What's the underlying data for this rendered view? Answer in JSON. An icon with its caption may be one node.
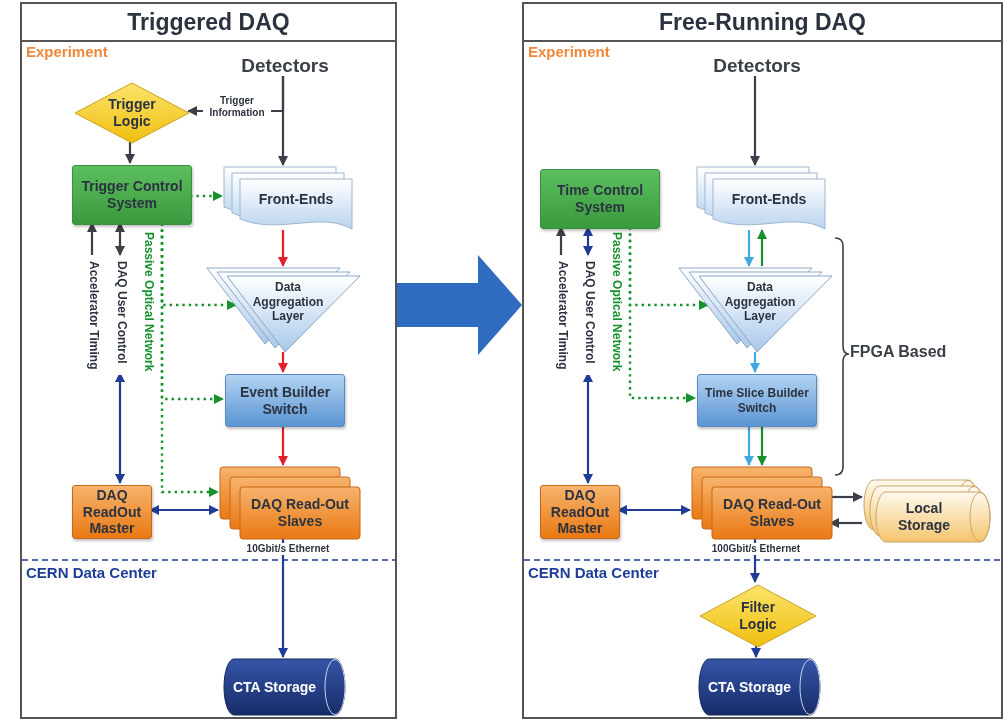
{
  "diagram": {
    "nodes": [
      {
        "text": [
          "Triggered DAQ"
        ]
      },
      {
        "text": [
          "Detectors"
        ],
        "in": 0
      },
      {
        "text": [
          "Trigger Logic"
        ],
        "in": 0
      },
      {
        "text": [
          "Trigger Control System"
        ],
        "in": 0
      },
      {
        "text": [
          "Front-Ends"
        ],
        "in": 0
      },
      {
        "text": [
          "Accelerator Timing"
        ],
        "in": 0
      },
      {
        "text": [
          "DAQ User Control"
        ],
        "in": 0
      },
      {
        "text": [
          "Data Aggregation Layer"
        ],
        "in": 0
      },
      {
        "text": [
          "Event Builder Switch"
        ],
        "in": 0
      },
      {
        "text": [
          "DAQ ReadOut Master"
        ],
        "in": 0
      },
      {
        "text": [
          "DAQ Read-Out Slaves"
        ],
        "in": 0
      },
      {
        "text": [
          "CTA Storage"
        ],
        "in": 0
      },
      {
        "text": [
          "Free-Running DAQ"
        ]
      },
      {
        "text": [
          "Detectors"
        ],
        "in": 12
      },
      {
        "text": [
          "Time Control System"
        ],
        "in": 12
      },
      {
        "text": [
          "Front-Ends"
        ],
        "in": 12
      },
      {
        "text": [
          "Accelerator Timing"
        ],
        "in": 12
      },
      {
        "text": [
          "DAQ User Control"
        ],
        "in": 12
      },
      {
        "text": [
          "Data Aggregation Layer"
        ],
        "in": 12
      },
      {
        "text": [
          "Time Slice Builder Switch"
        ],
        "in": 12
      },
      {
        "text": [
          "DAQ ReadOut Master"
        ],
        "in": 12
      },
      {
        "text": [
          "DAQ Read-Out Slaves"
        ],
        "in": 12
      },
      {
        "text": [
          "Local Storage"
        ],
        "in": 12
      },
      {
        "text": [
          "Filter Logic"
        ],
        "in": 12
      },
      {
        "text": [
          "CTA Storage"
        ],
        "in": 12
      }
    ],
    "edges": [
      {
        "from": 1,
        "to": 4,
        "arrow": "to"
      },
      {
        "from": 1,
        "to": 2,
        "arrow": "to",
        "label": "Trigger Information"
      },
      {
        "from": 2,
        "to": 3,
        "arrow": "to"
      },
      {
        "from": 5,
        "to": 3,
        "arrow": "to"
      },
      {
        "from": 6,
        "to": 3,
        "arrow": "both"
      },
      {
        "from": 6,
        "to": 9,
        "arrow": "both",
        "color": "#1f3d96"
      },
      {
        "from": 3,
        "to": 4,
        "arrow": "to",
        "style": "dashed",
        "color": "#17902e"
      },
      {
        "from": 3,
        "to": 7,
        "arrow": "to",
        "style": "dashed",
        "color": "#17902e"
      },
      {
        "from": 3,
        "to": 8,
        "arrow": "to",
        "style": "dashed",
        "color": "#17902e"
      },
      {
        "from": 3,
        "to": 10,
        "arrow": "to",
        "style": "dashed",
        "color": "#17902e"
      },
      {
        "from": 4,
        "to": 7,
        "arrow": "to",
        "color": "#e3202a"
      },
      {
        "from": 7,
        "to": 8,
        "arrow": "to",
        "color": "#e3202a"
      },
      {
        "from": 8,
        "to": 10,
        "arrow": "to",
        "color": "#e3202a"
      },
      {
        "from": 9,
        "to": 10,
        "arrow": "both",
        "color": "#1f3d96"
      },
      {
        "from": 10,
        "to": 11,
        "arrow": "to",
        "color": "#1f3d96",
        "label": "10Gbit/s Ethernet"
      },
      {
        "from": 0,
        "to": 12,
        "arrow": "to",
        "style": "thick",
        "color": "#2f6cc0"
      },
      {
        "from": 13,
        "to": 15,
        "arrow": "to"
      },
      {
        "from": 16,
        "to": 14,
        "arrow": "to"
      },
      {
        "from": 17,
        "to": 14,
        "arrow": "both",
        "color": "#1f3d96"
      },
      {
        "from": 17,
        "to": 20,
        "arrow": "both",
        "color": "#1f3d96"
      },
      {
        "from": 14,
        "to": 18,
        "arrow": "to",
        "style": "dashed",
        "color": "#17902e"
      },
      {
        "from": 14,
        "to": 19,
        "arrow": "to",
        "style": "dashed",
        "color": "#17902e"
      },
      {
        "from": 15,
        "to": 18,
        "arrow": "to",
        "color": "#3fa9e0"
      },
      {
        "from": 18,
        "to": 15,
        "arrow": "to",
        "color": "#17902e"
      },
      {
        "from": 18,
        "to": 19,
        "arrow": "to",
        "color": "#3fa9e0"
      },
      {
        "from": 19,
        "to": 21,
        "arrow": "to",
        "color": "#3fa9e0"
      },
      {
        "from": 19,
        "to": 21,
        "arrow": "to",
        "color": "#17902e"
      },
      {
        "from": 20,
        "to": 21,
        "arrow": "both",
        "color": "#1f3d96"
      },
      {
        "from": 21,
        "to": 22,
        "arrow": "to"
      },
      {
        "from": 22,
        "to": 21,
        "arrow": "to"
      },
      {
        "from": 21,
        "to": 23,
        "arrow": "to",
        "color": "#1f3d96",
        "label": "100Gbit/s Ethernet"
      },
      {
        "from": 23,
        "to": 24,
        "arrow": "to",
        "color": "#1f3d96"
      }
    ],
    "labels": [
      "Experiment",
      "Passive Optical Network",
      "CERN Data Center",
      "Experiment",
      "Passive Optical Network",
      "FPGA Based",
      "CERN Data Center"
    ]
  }
}
